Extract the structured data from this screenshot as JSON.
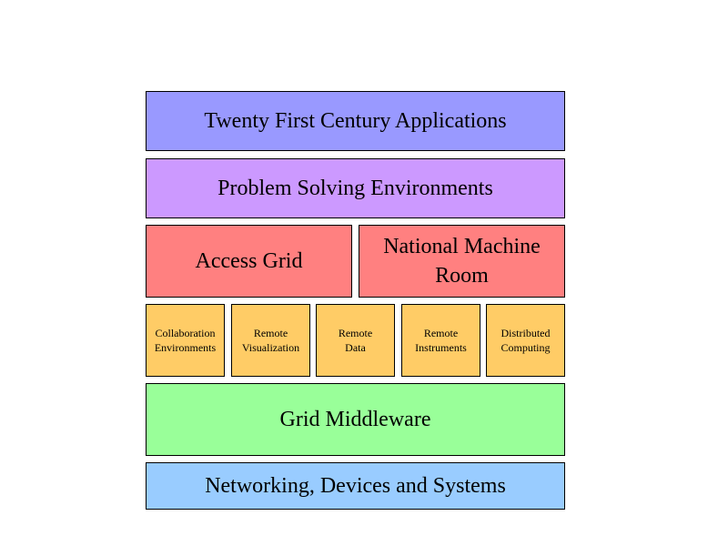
{
  "layers": {
    "applications": "Twenty First Century Applications",
    "problem_solving": "Problem Solving Environments",
    "access_grid": "Access Grid",
    "national_machine_room": [
      "National Machine",
      "Room"
    ],
    "grid_middleware": "Grid Middleware",
    "networking": "Networking, Devices and Systems"
  },
  "services": [
    [
      "Collaboration",
      "Environments"
    ],
    [
      "Remote",
      "Visualization"
    ],
    [
      "Remote",
      "Data"
    ],
    [
      "Remote",
      "Instruments"
    ],
    [
      "Distributed",
      "Computing"
    ]
  ],
  "colors": {
    "applications": "#9999ff",
    "problem_solving": "#cc99ff",
    "grid_projects": "#ff8080",
    "services": "#ffcc66",
    "middleware": "#99ff99",
    "networking": "#99ccff"
  }
}
